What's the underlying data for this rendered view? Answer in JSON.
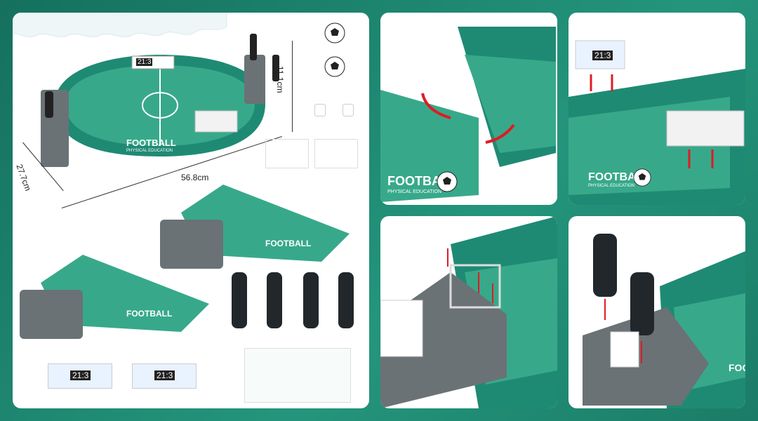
{
  "main_panel": {
    "dim_width": "56.8cm",
    "dim_depth": "27.7cm",
    "dim_height": "11.1cm",
    "board_logo": "FOOTBALL",
    "board_sub": "PHYSICAL EDUCATION",
    "scoreboard_value": "21:3"
  },
  "panels": {
    "assembly_logo": "FOOTBALL",
    "assembly_sub": "PHYSICAL EDUCATION",
    "scoreboard_value": "21:3",
    "side_logo": "FOOTBAL"
  },
  "colors": {
    "accent": "#1f8a73",
    "field": "#2fa084",
    "arrow": "#e01b24"
  }
}
